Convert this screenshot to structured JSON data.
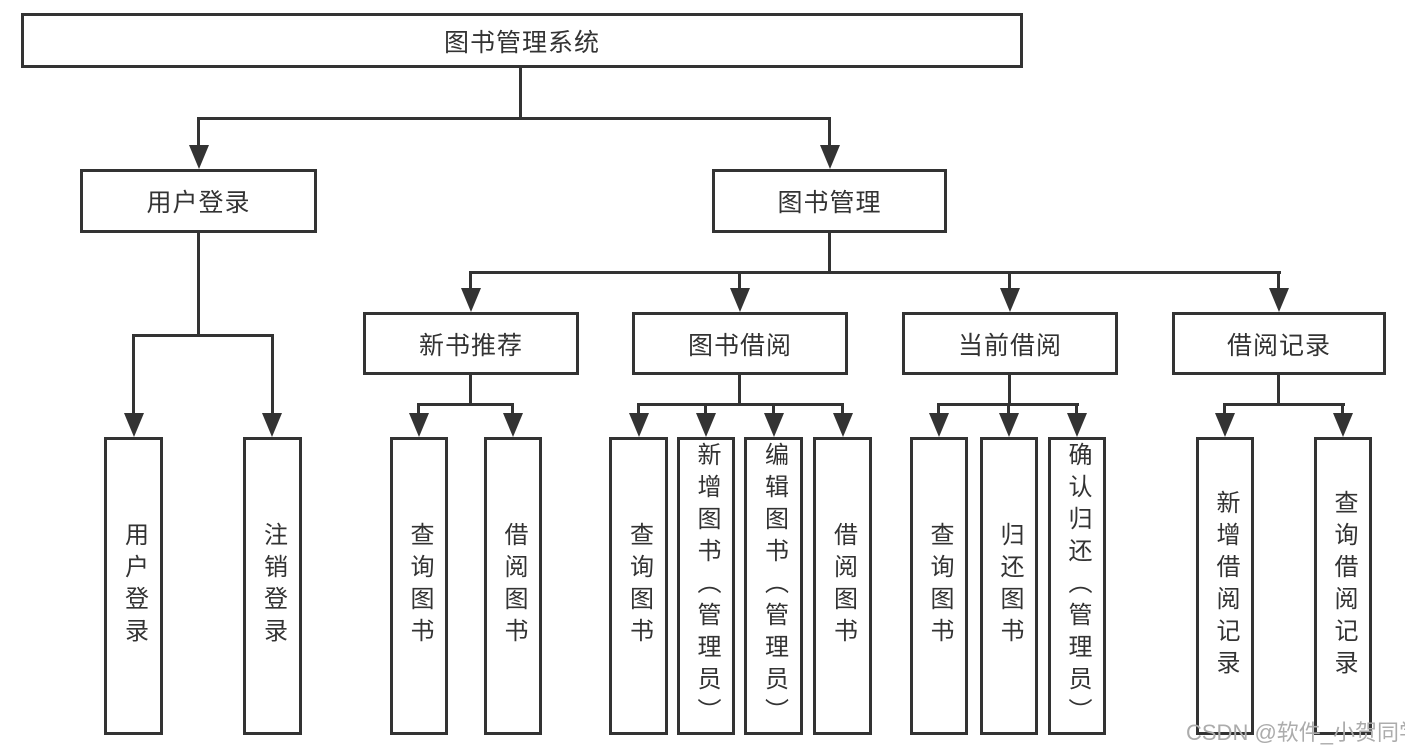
{
  "diagram_title": "图书管理系统",
  "nodes": {
    "root": {
      "label": "图书管理系统"
    },
    "user_login": {
      "label": "用户登录"
    },
    "book_mgmt": {
      "label": "图书管理"
    },
    "new_book": {
      "label": "新书推荐"
    },
    "book_borrow": {
      "label": "图书借阅"
    },
    "current_borrow": {
      "label": "当前借阅"
    },
    "borrow_record": {
      "label": "借阅记录"
    },
    "leaves": {
      "user_login": {
        "label": "用户登录"
      },
      "logout": {
        "label": "注销登录"
      },
      "query_book_recommend": {
        "label": "查询图书"
      },
      "borrow_book_recommend": {
        "label": "借阅图书"
      },
      "query_book_borrow": {
        "label": "查询图书"
      },
      "add_book": {
        "label": "新增图书（管理员）"
      },
      "edit_book": {
        "label": "编辑图书（管理员）"
      },
      "borrow_book_2": {
        "label": "借阅图书"
      },
      "query_book_current": {
        "label": "查询图书"
      },
      "return_book": {
        "label": "归还图书"
      },
      "confirm_return": {
        "label": "确认归还（管理员）"
      },
      "add_borrow_record": {
        "label": "新增借阅记录"
      },
      "query_borrow_record": {
        "label": "查询借阅记录"
      }
    }
  },
  "edges": [
    {
      "from": "root",
      "to": [
        "user_login",
        "book_mgmt"
      ]
    },
    {
      "from": "user_login",
      "to": [
        "leaves.user_login",
        "leaves.logout"
      ]
    },
    {
      "from": "book_mgmt",
      "to": [
        "new_book",
        "book_borrow",
        "current_borrow",
        "borrow_record"
      ]
    },
    {
      "from": "new_book",
      "to": [
        "leaves.query_book_recommend",
        "leaves.borrow_book_recommend"
      ]
    },
    {
      "from": "book_borrow",
      "to": [
        "leaves.query_book_borrow",
        "leaves.add_book",
        "leaves.edit_book",
        "leaves.borrow_book_2"
      ]
    },
    {
      "from": "current_borrow",
      "to": [
        "leaves.query_book_current",
        "leaves.return_book",
        "leaves.confirm_return"
      ]
    },
    {
      "from": "borrow_record",
      "to": [
        "leaves.add_borrow_record",
        "leaves.query_borrow_record"
      ]
    }
  ],
  "watermark": {
    "text": "CSDN @软件_小贺同学"
  },
  "colors": {
    "line": "#333333",
    "box_border": "#333333",
    "text": "#333333",
    "watermark": "#acacac",
    "background": "#ffffff"
  }
}
